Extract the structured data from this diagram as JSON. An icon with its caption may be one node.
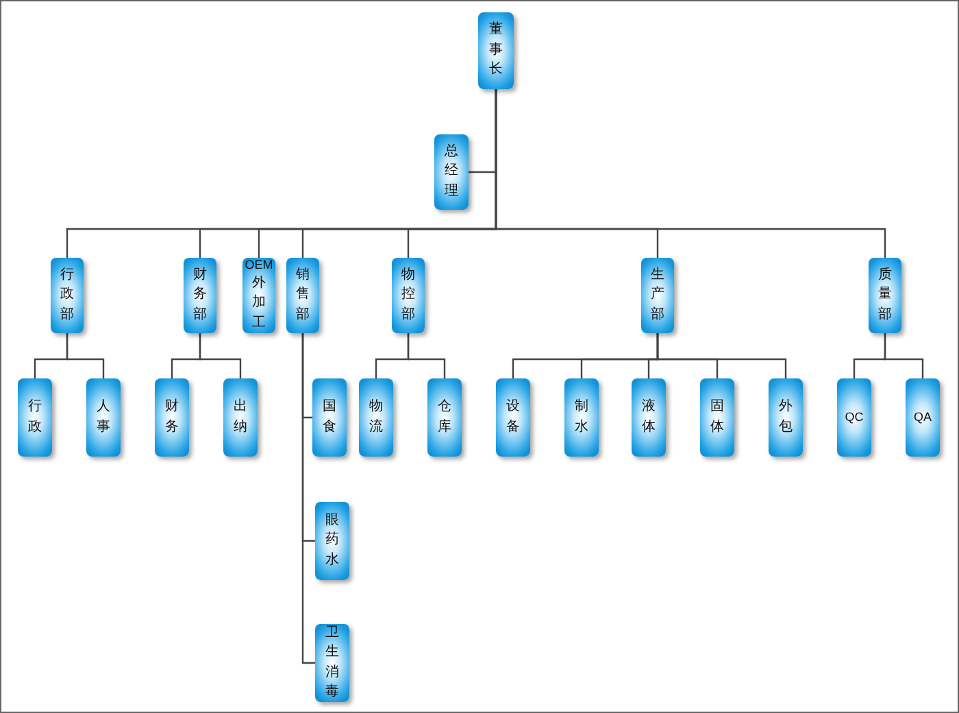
{
  "diagram": {
    "nodes": [
      {
        "text": [
          "董事长"
        ]
      },
      {
        "text": [
          "总经理"
        ]
      },
      {
        "text": [
          "行政部"
        ]
      },
      {
        "text": [
          "财务部"
        ]
      },
      {
        "text": [
          "OEM外加工"
        ]
      },
      {
        "text": [
          "销售部"
        ]
      },
      {
        "text": [
          "物控部"
        ]
      },
      {
        "text": [
          "生产部"
        ]
      },
      {
        "text": [
          "质量部"
        ]
      },
      {
        "text": [
          "行政"
        ]
      },
      {
        "text": [
          "人事"
        ]
      },
      {
        "text": [
          "财务"
        ]
      },
      {
        "text": [
          "出纳"
        ]
      },
      {
        "text": [
          "国食"
        ]
      },
      {
        "text": [
          "眼药水"
        ]
      },
      {
        "text": [
          "卫生消毒"
        ]
      },
      {
        "text": [
          "物流"
        ]
      },
      {
        "text": [
          "仓库"
        ]
      },
      {
        "text": [
          "设备"
        ]
      },
      {
        "text": [
          "制水"
        ]
      },
      {
        "text": [
          "液体"
        ]
      },
      {
        "text": [
          "固体"
        ]
      },
      {
        "text": [
          "外包"
        ]
      },
      {
        "text": [
          "QC"
        ]
      },
      {
        "text": [
          "QA"
        ]
      }
    ],
    "edges": [
      {
        "from": 0,
        "to": 1,
        "arrow": "none"
      },
      {
        "from": 0,
        "to": 2,
        "arrow": "none"
      },
      {
        "from": 0,
        "to": 3,
        "arrow": "none"
      },
      {
        "from": 0,
        "to": 4,
        "arrow": "none"
      },
      {
        "from": 0,
        "to": 5,
        "arrow": "none"
      },
      {
        "from": 0,
        "to": 6,
        "arrow": "none"
      },
      {
        "from": 0,
        "to": 7,
        "arrow": "none"
      },
      {
        "from": 0,
        "to": 8,
        "arrow": "none"
      },
      {
        "from": 2,
        "to": 9,
        "arrow": "none"
      },
      {
        "from": 2,
        "to": 10,
        "arrow": "none"
      },
      {
        "from": 3,
        "to": 11,
        "arrow": "none"
      },
      {
        "from": 3,
        "to": 12,
        "arrow": "none"
      },
      {
        "from": 5,
        "to": 13,
        "arrow": "none"
      },
      {
        "from": 5,
        "to": 14,
        "arrow": "none"
      },
      {
        "from": 5,
        "to": 15,
        "arrow": "none"
      },
      {
        "from": 6,
        "to": 16,
        "arrow": "none"
      },
      {
        "from": 6,
        "to": 17,
        "arrow": "none"
      },
      {
        "from": 7,
        "to": 18,
        "arrow": "none"
      },
      {
        "from": 7,
        "to": 19,
        "arrow": "none"
      },
      {
        "from": 7,
        "to": 20,
        "arrow": "none"
      },
      {
        "from": 7,
        "to": 21,
        "arrow": "none"
      },
      {
        "from": 7,
        "to": 22,
        "arrow": "none"
      },
      {
        "from": 8,
        "to": 23,
        "arrow": "none"
      },
      {
        "from": 8,
        "to": 24,
        "arrow": "none"
      }
    ]
  }
}
